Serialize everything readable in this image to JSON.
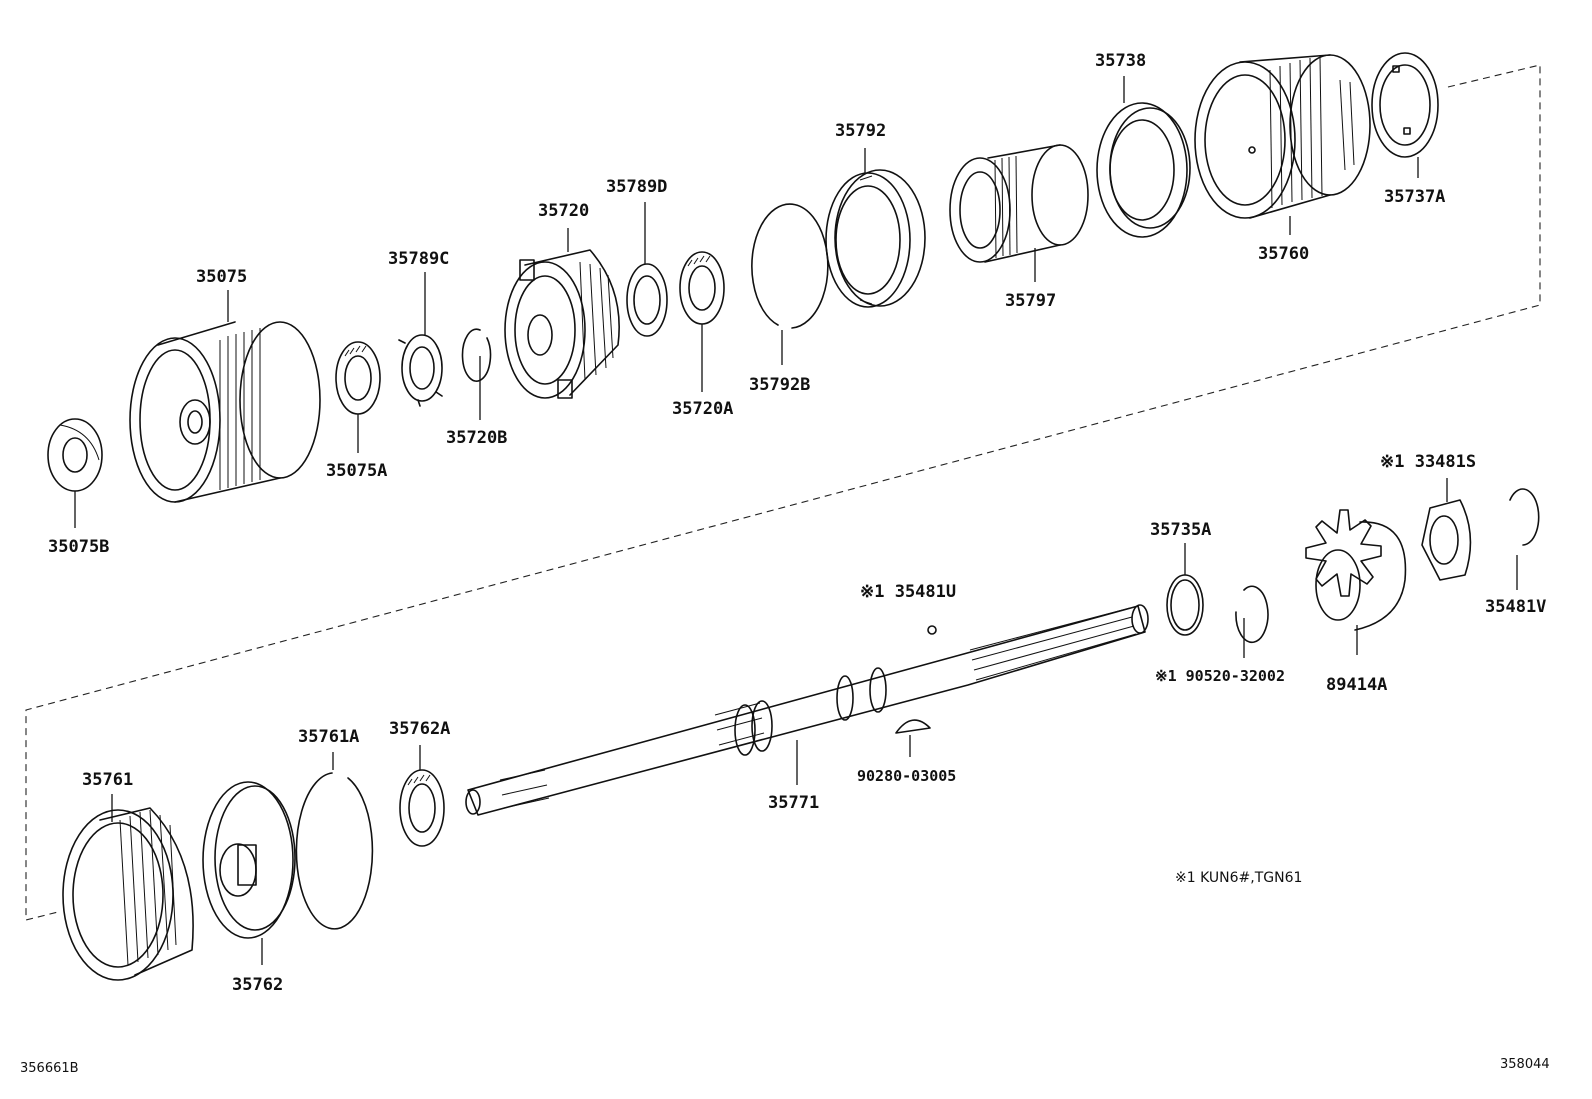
{
  "labels": {
    "p35075B": "35075B",
    "p35075": "35075",
    "p35075A": "35075A",
    "p35789C": "35789C",
    "p35720B": "35720B",
    "p35720": "35720",
    "p35789D": "35789D",
    "p35720A": "35720A",
    "p35792B": "35792B",
    "p35792": "35792",
    "p35797": "35797",
    "p35738": "35738",
    "p35760": "35760",
    "p35737A": "35737A",
    "p33481S": "※1 33481S",
    "p35481V": "35481V",
    "p35735A": "35735A",
    "p89414A": "89414A",
    "p90520": "※1 90520-32002",
    "p35481U": "※1 35481U",
    "p90280": "90280-03005",
    "p35771": "35771",
    "p35761": "35761",
    "p35761A": "35761A",
    "p35762A": "35762A",
    "p35762": "35762"
  },
  "footnote": "※1   KUN6#,TGN61",
  "corner_left": "356661B",
  "corner_right": "358044"
}
